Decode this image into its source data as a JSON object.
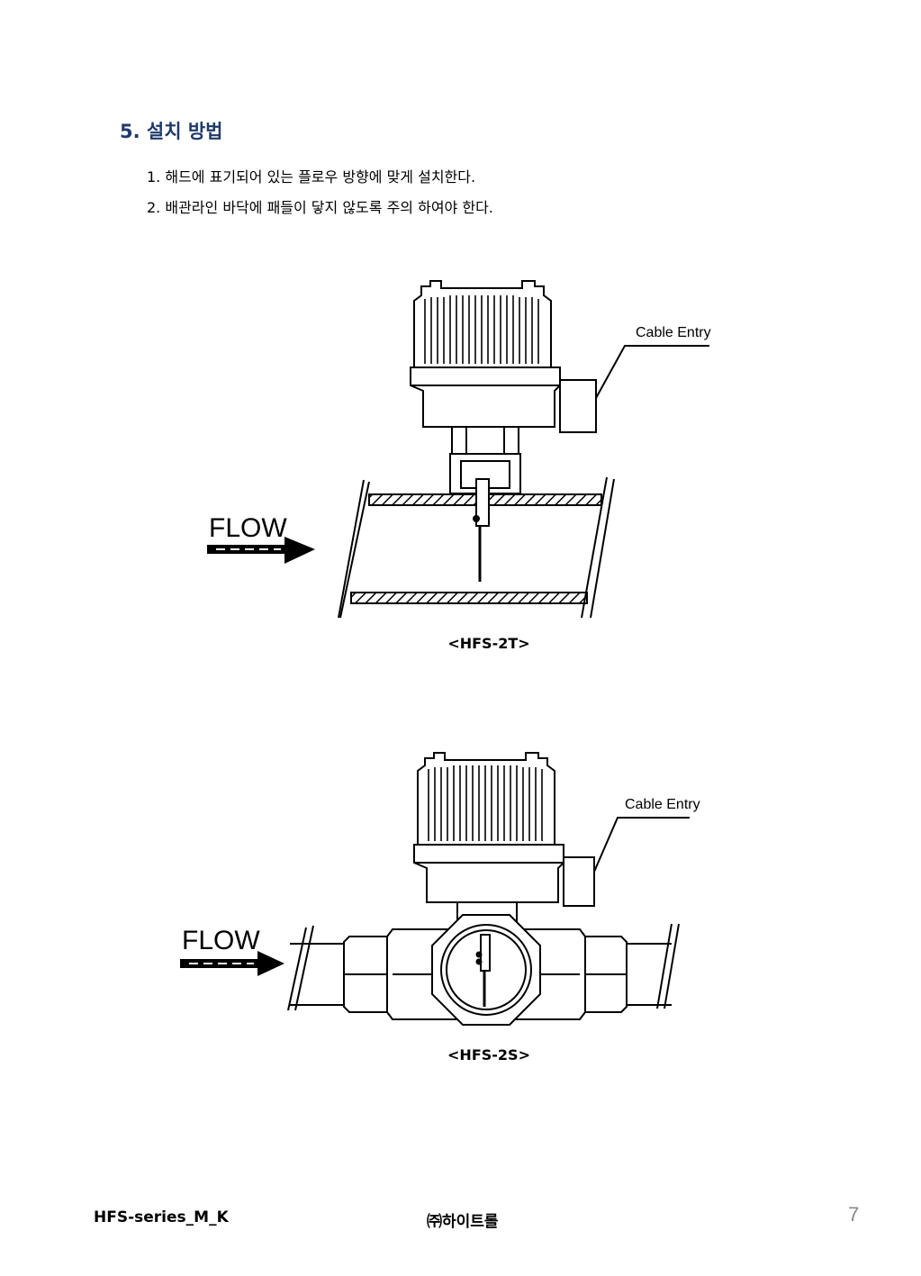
{
  "section": {
    "heading": "5. 설치 방법"
  },
  "instructions": [
    "1. 해드에 표기되어 있는 플로우 방향에 맞게 설치한다.",
    "2. 배관라인 바닥에 패들이 닿지 않도록 주의 하여야 한다."
  ],
  "figure1": {
    "flow_label": "FLOW",
    "cable_label": "Cable Entry",
    "caption": "<HFS-2T>"
  },
  "figure2": {
    "flow_label": "FLOW",
    "cable_label": "Cable Entry",
    "caption": "<HFS-2S>"
  },
  "footer": {
    "doc_id": "HFS-series_M_K",
    "company": "㈜하이트롤",
    "page": "7"
  }
}
